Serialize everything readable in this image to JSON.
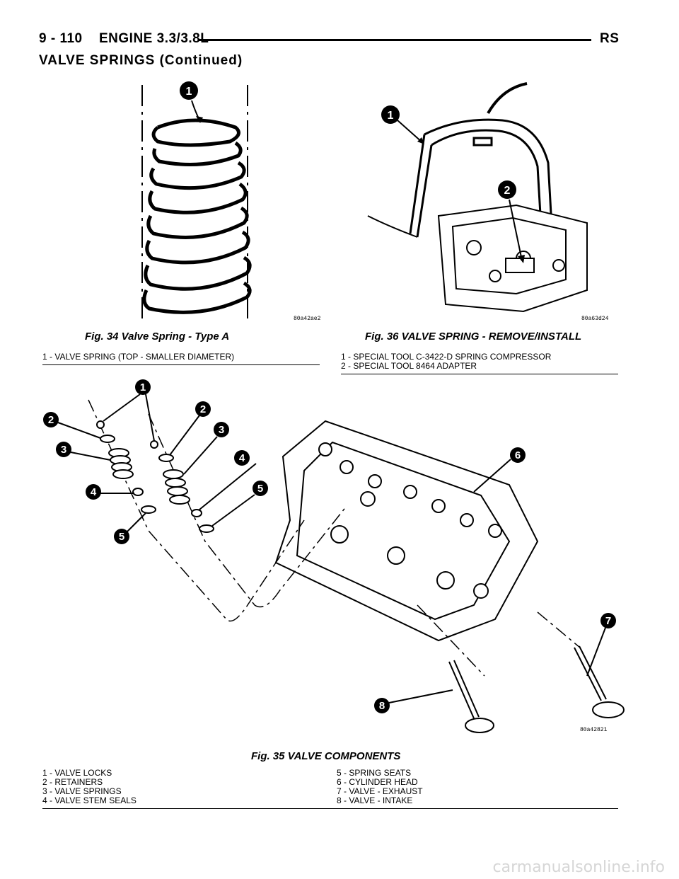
{
  "header": {
    "page_number": "9 - 110",
    "title": "ENGINE 3.3/3.8L",
    "code": "RS"
  },
  "section_title": "VALVE SPRINGS (Continued)",
  "fig34": {
    "caption": "Fig. 34 Valve Spring - Type A",
    "image_id": "80a42ae2",
    "callout": "1",
    "legend": [
      "1 - VALVE SPRING (TOP - SMALLER DIAMETER)"
    ]
  },
  "fig36": {
    "caption": "Fig. 36 VALVE SPRING - REMOVE/INSTALL",
    "image_id": "80a63d24",
    "callouts": [
      "1",
      "2"
    ],
    "legend": [
      "1 - SPECIAL TOOL C-3422-D SPRING COMPRESSOR",
      "2 - SPECIAL TOOL 8464 ADAPTER"
    ]
  },
  "fig35": {
    "caption": "Fig. 35 VALVE COMPONENTS",
    "image_id": "80a42821",
    "callouts": [
      "1",
      "2",
      "3",
      "4",
      "5",
      "2",
      "3",
      "4",
      "5",
      "6",
      "7",
      "8"
    ],
    "legend_left": [
      "1 - VALVE LOCKS",
      "2 - RETAINERS",
      "3 - VALVE SPRINGS",
      "4 - VALVE STEM SEALS"
    ],
    "legend_right": [
      "5 - SPRING SEATS",
      "6 - CYLINDER HEAD",
      "7 - VALVE - EXHAUST",
      "8 - VALVE - INTAKE"
    ]
  },
  "watermark": "carmanualsonline.info"
}
